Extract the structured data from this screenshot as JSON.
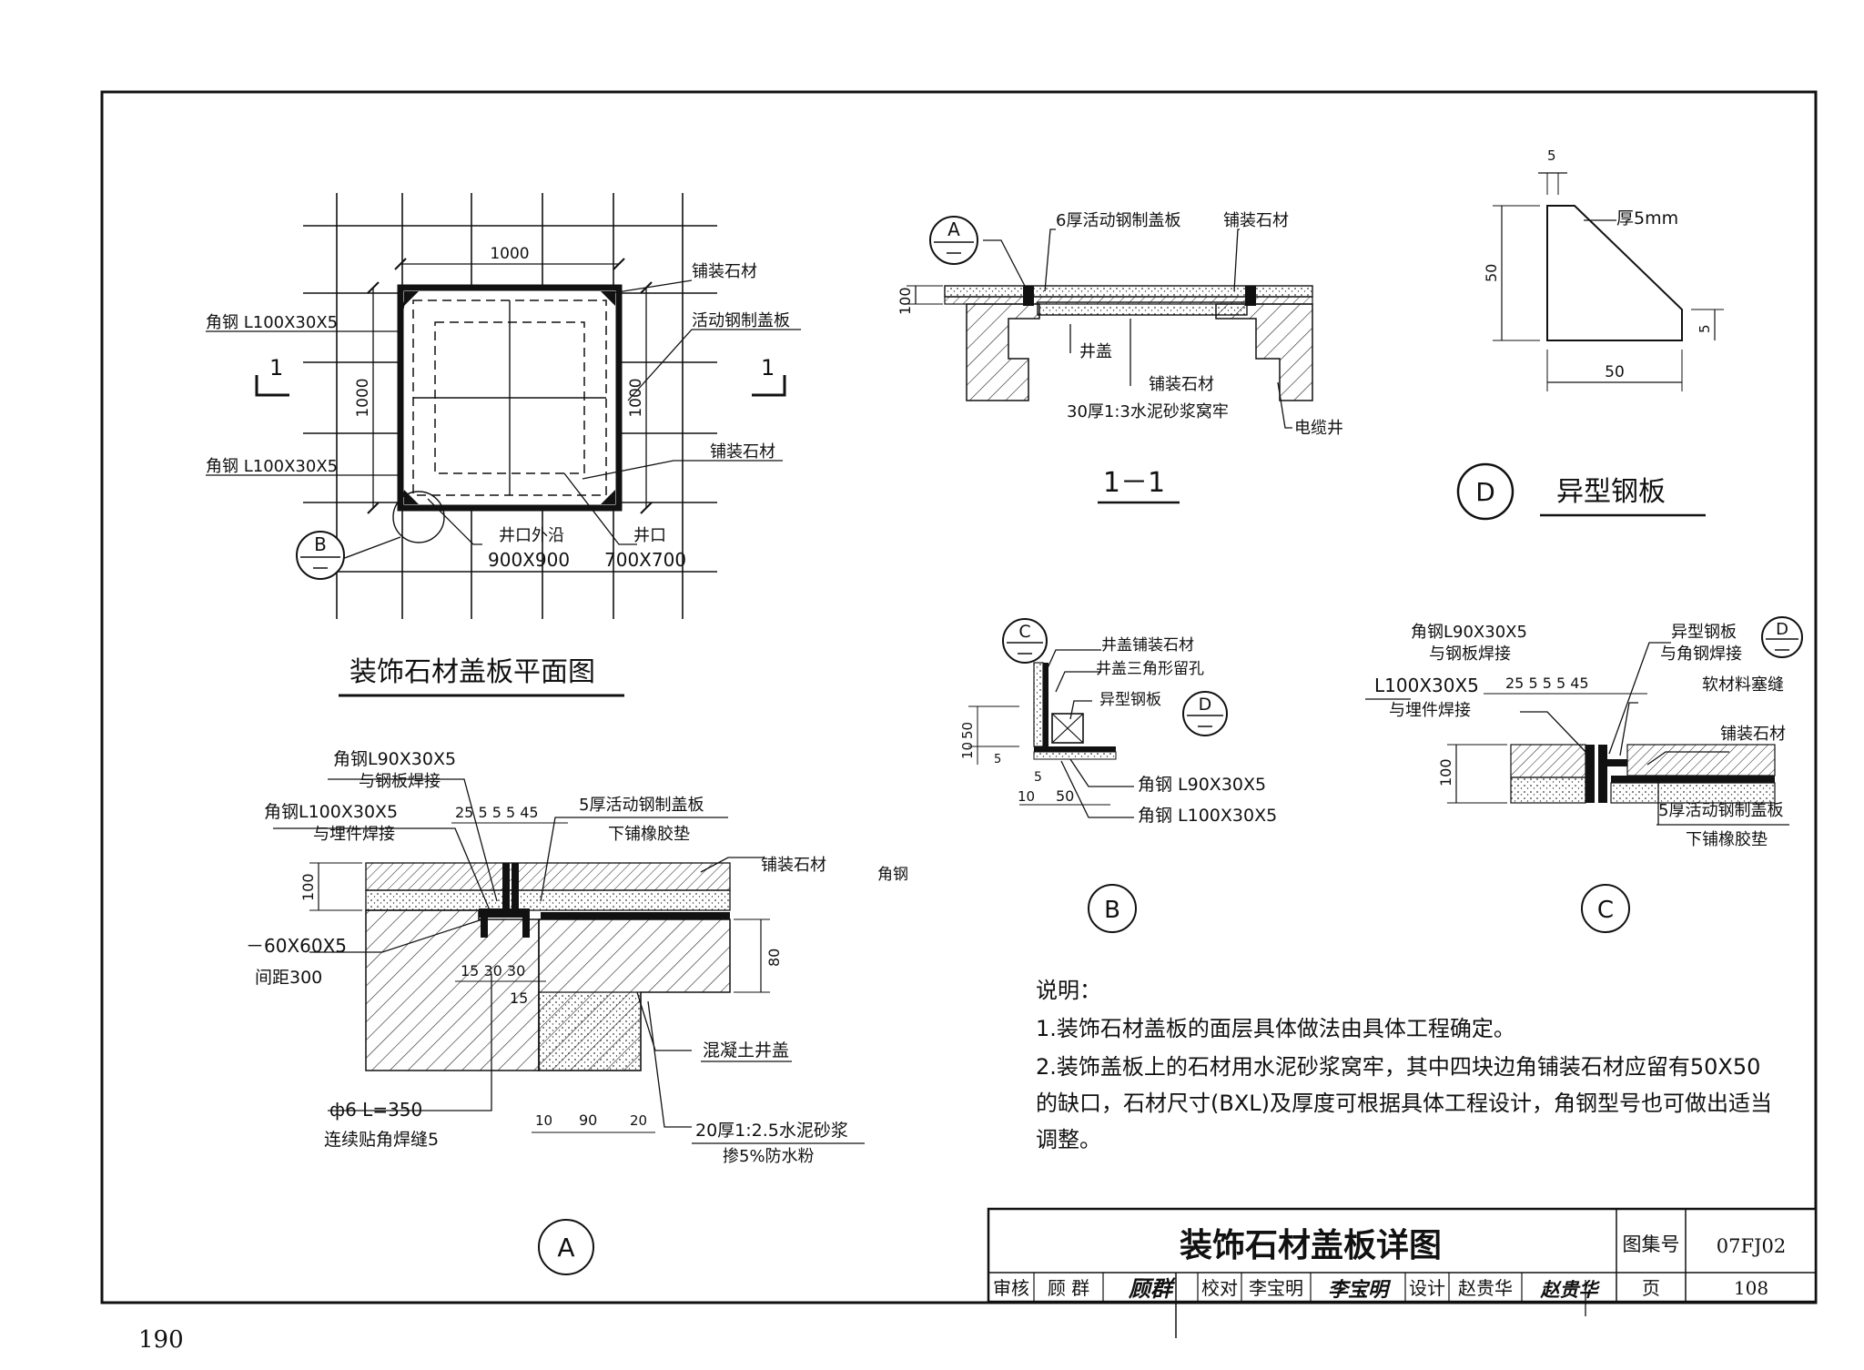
{
  "page_number": "190",
  "plan": {
    "title": "装饰石材盖板平面图",
    "dim_top": "1000",
    "dim_left": "1000",
    "dim_right": "1000",
    "label_angle_top": "角钢 L100X30X5",
    "label_angle_bottom": "角钢 L100X30X5",
    "label_stone_top": "铺装石材",
    "label_cover": "活动钢制盖板",
    "label_stone_right": "铺装石材",
    "label_outer_edge": "井口外沿",
    "label_outer_dim": "900X900",
    "label_well_mouth": "井口",
    "label_well_dim": "700X700",
    "section_mark": "1",
    "callout_b": "B"
  },
  "section11": {
    "title": "1－1",
    "label_steel_cover": "6厚活动钢制盖板",
    "label_stone": "铺装石材",
    "label_well_cover": "井盖",
    "label_stone2": "铺装石材",
    "label_mortar": "30厚1:3水泥砂浆窝牢",
    "label_cable_well": "电缆井",
    "dim_100": "100",
    "callout_a": "A"
  },
  "detail_d": {
    "dim_5_top": "5",
    "dim_50_left": "50",
    "dim_5_right": "5",
    "dim_50_bottom": "50",
    "label_thickness": "厚5mm",
    "circle": "D",
    "title": "异型钢板"
  },
  "detail_b": {
    "label1": "井盖铺装石材",
    "label2": "井盖三角形留孔",
    "label3": "异型钢板",
    "label4": "角钢 L90X30X5",
    "label5": "角钢 L100X30X5",
    "dim_10": "10",
    "dim_50": "50",
    "dim_5a": "5",
    "dim_5b": "5",
    "dim_10b": "10",
    "dim_50b": "50",
    "callout_c": "C",
    "callout_d": "D",
    "circle": "B"
  },
  "detail_c": {
    "label_angle90": "角钢L90X30X5",
    "label_weld_plate": "与钢板焊接",
    "label_angle100": "L100X30X5",
    "label_weld_embed": "与埋件焊接",
    "label_special_plate": "异型钢板",
    "label_weld_angle": "与角钢焊接",
    "label_soft_seal": "软材料塞缝",
    "label_stone": "铺装石材",
    "label_cover5": "5厚活动钢制盖板",
    "label_rubber": "下铺橡胶垫",
    "dims": "25  5 5 5  45",
    "dim_100": "100",
    "callout_d": "D",
    "circle": "C"
  },
  "detail_a": {
    "label_angle90": "角钢L90X30X5",
    "label_weld_plate": "与钢板焊接",
    "label_angle100": "角钢L100X30X5",
    "label_weld_embed": "与埋件焊接",
    "dims_top": "25  5 5 5  45",
    "label_cover5": "5厚活动钢制盖板",
    "label_rubber": "下铺橡胶垫",
    "label_stone": "铺装石材",
    "label_angle_steel": "角钢",
    "dim_100": "100",
    "label_plate": "－60X60X5",
    "label_spacing": "间距300",
    "dims_mid": "15 30 30",
    "dim_15": "15",
    "dim_80": "80",
    "label_concrete": "混凝土井盖",
    "label_rebar": "ф6  L=350",
    "label_fillet": "连续贴角焊缝5",
    "dim_10": "10",
    "dim_90": "90",
    "dim_20": "20",
    "label_mortar": "20厚1:2.5水泥砂浆",
    "label_waterproof": "掺5%防水粉",
    "circle": "A"
  },
  "notes": {
    "heading": "说明：",
    "line1": "1.装饰石材盖板的面层具体做法由具体工程确定。",
    "line2a": "2.装饰盖板上的石材用水泥砂浆窝牢，其中四块边角铺装石材应留有50X50",
    "line2b": "的缺口，石材尺寸(BXL)及厚度可根据具体工程设计，角钢型号也可做出适当",
    "line2c": "调整。"
  },
  "title_block": {
    "title": "装饰石材盖板详图",
    "atlas_label": "图集号",
    "atlas_value": "07FJ02",
    "review": "审核",
    "reviewer": "顾 群",
    "reviewer_sig": "顾群",
    "check": "校对",
    "checker": "李宝明",
    "checker_sig": "李宝明",
    "design": "设计",
    "designer": "赵贵华",
    "designer_sig": "赵贵华",
    "page_label": "页",
    "page_value": "108"
  }
}
